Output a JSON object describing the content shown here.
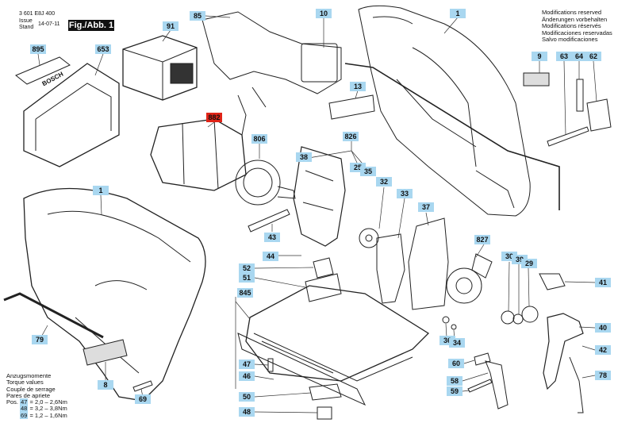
{
  "header": {
    "doc_number": "3 601 E8J 400",
    "issue_label": "Issue",
    "stand_label": "Stand",
    "date": "14-07-11",
    "figure": "Fig./Abb. 1"
  },
  "modifications": [
    "Modifications reserved",
    "Änderungen vorbehalten",
    "Modifications réservés",
    "Modificaciones reservadas",
    "Salvo modificaciones"
  ],
  "battery_brand": "BOSCH",
  "part_labels": {
    "p85": "85",
    "p10": "10",
    "p1_top": "1",
    "p91": "91",
    "p895": "895",
    "p653": "653",
    "p13": "13",
    "p9": "9",
    "p63": "63",
    "p64": "64",
    "p62": "62",
    "p882": "882",
    "p806": "806",
    "p826": "826",
    "p38": "38",
    "p25": "25",
    "p35": "35",
    "p1_left": "1",
    "p43": "43",
    "p32": "32",
    "p33": "33",
    "p37": "37",
    "p827": "827",
    "p44": "44",
    "p52": "52",
    "p51": "51",
    "p30": "30",
    "p39": "39",
    "p29": "29",
    "p41": "41",
    "p845": "845",
    "p40": "40",
    "p42": "42",
    "p78": "78",
    "p79": "79",
    "p36": "36",
    "p34": "34",
    "p47": "47",
    "p46": "46",
    "p60": "60",
    "p58": "58",
    "p59": "59",
    "p8": "8",
    "p69": "69",
    "p50": "50",
    "p48": "48"
  },
  "torque": {
    "lines": [
      "Anzugsmomente",
      "Torque values",
      "Couple de serrage",
      "Pares de apriete"
    ],
    "pos_label": "Pos.",
    "rows": [
      {
        "pos": "47",
        "values": "= 2,0 – 2,6Nm"
      },
      {
        "pos": "48",
        "values": "= 3,2 – 3,8Nm"
      },
      {
        "pos": "69",
        "values": "= 1,2 – 1,6Nm"
      }
    ]
  }
}
